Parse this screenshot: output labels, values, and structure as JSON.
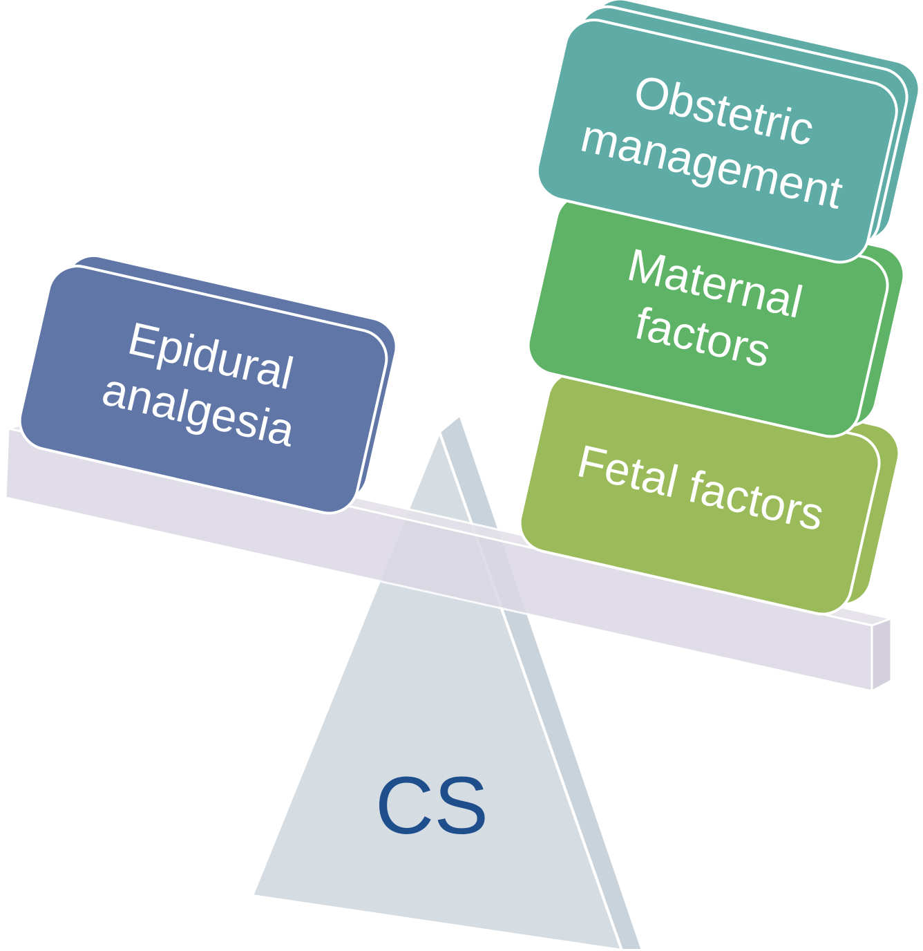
{
  "fulcrum": {
    "label": "CS",
    "fill": "#d5dde3",
    "text_color": "#1f4e8c"
  },
  "beam": {
    "fill": "#dcd8e4"
  },
  "left_side": {
    "blocks": [
      {
        "line1": "Epidural",
        "line2": "analgesia",
        "color": "#5f76a7"
      }
    ]
  },
  "right_side": {
    "blocks": [
      {
        "line1": "Obstetric",
        "line2": "management",
        "color": "#5eaca5"
      },
      {
        "line1": "Maternal",
        "line2": "factors",
        "color": "#5fb366"
      },
      {
        "line1": "Fetal factors",
        "line2": "",
        "color": "#9bbb5b"
      }
    ]
  }
}
